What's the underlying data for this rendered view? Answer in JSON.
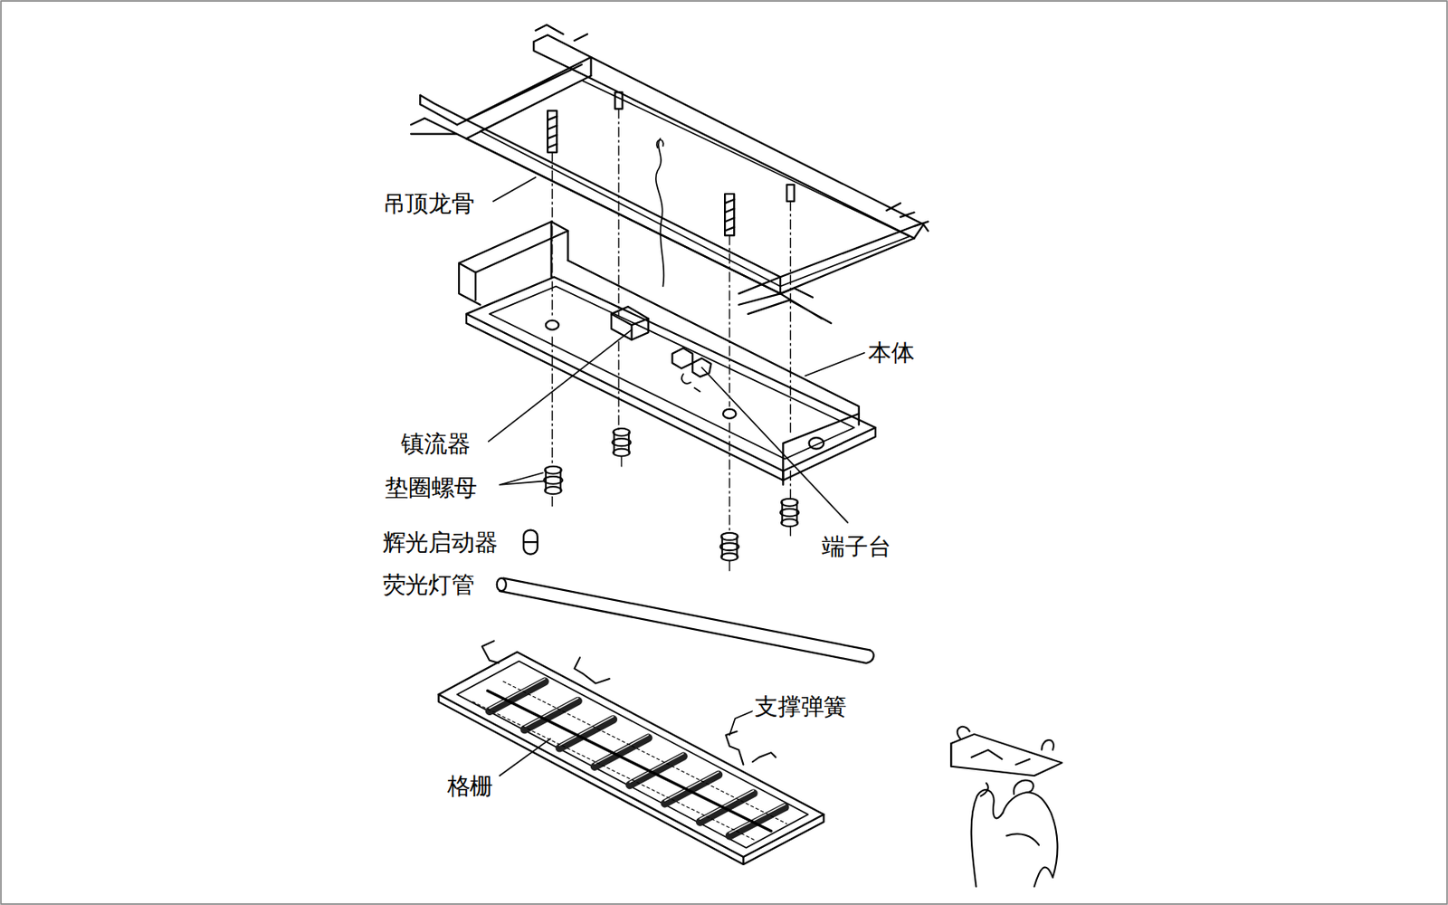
{
  "diagram": {
    "labels": [
      "吊顶龙骨",
      "本体",
      "镇流器",
      "垫圈螺母",
      "辉光启动器",
      "端子台",
      "荧光灯管",
      "支撑弹簧",
      "格栅"
    ]
  }
}
